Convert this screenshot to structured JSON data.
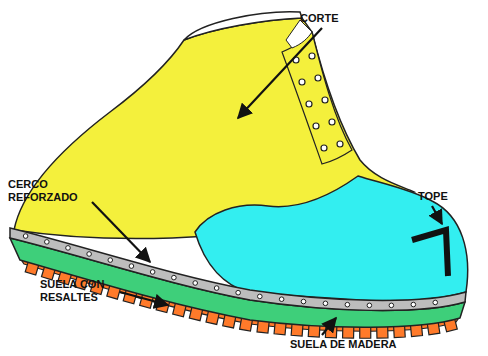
{
  "diagram": {
    "labels": [
      "CORTE",
      "CERCO REFORZADO",
      "TOPE",
      "SUELA CON RESALTES",
      "SUELA DE MADERA"
    ]
  }
}
